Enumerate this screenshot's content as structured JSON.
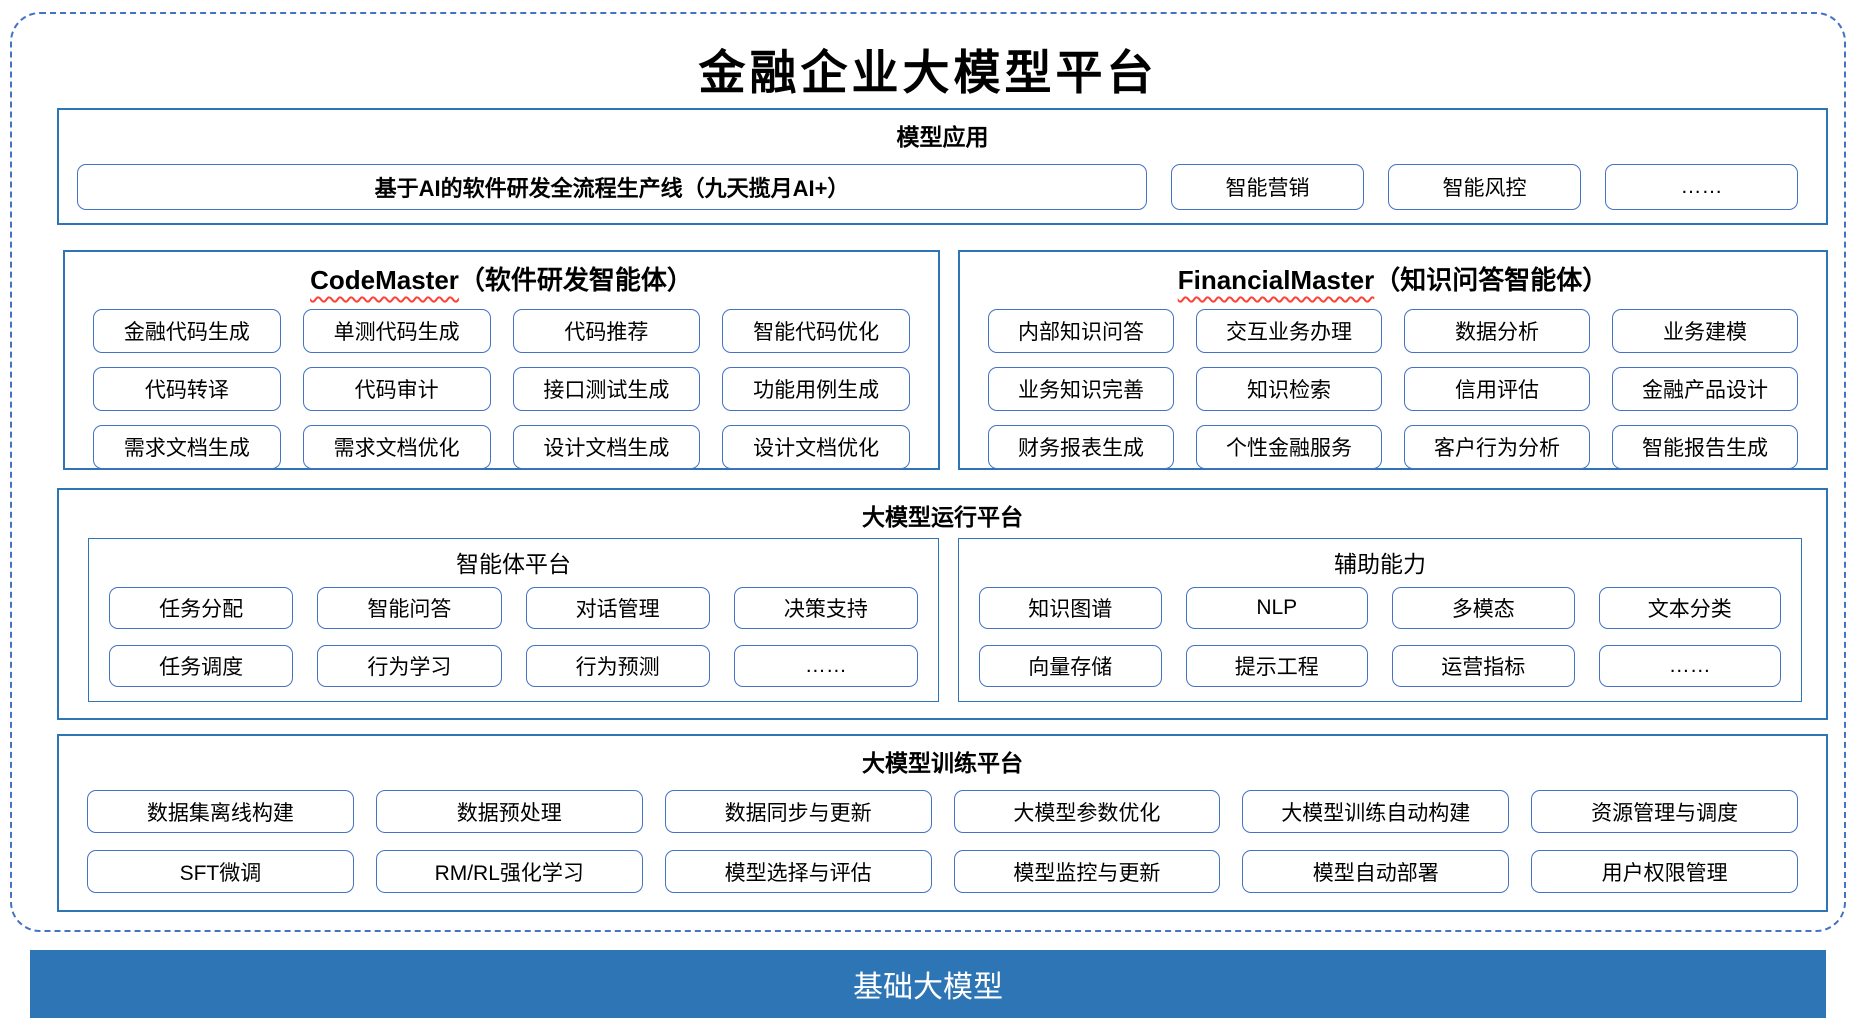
{
  "title": "金融企业大模型平台",
  "model_app": {
    "header": "模型应用",
    "pipeline": "基于AI的软件研发全流程生产线（九天揽月AI+）",
    "items": [
      "智能营销",
      "智能风控",
      "……"
    ]
  },
  "code_master": {
    "title_en": "CodeMaster",
    "title_zh": "（软件研发智能体）",
    "items": [
      "金融代码生成",
      "单测代码生成",
      "代码推荐",
      "智能代码优化",
      "代码转译",
      "代码审计",
      "接口测试生成",
      "功能用例生成",
      "需求文档生成",
      "需求文档优化",
      "设计文档生成",
      "设计文档优化"
    ]
  },
  "financial_master": {
    "title_en": "FinancialMaster",
    "title_zh": "（知识问答智能体）",
    "items": [
      "内部知识问答",
      "交互业务办理",
      "数据分析",
      "业务建模",
      "业务知识完善",
      "知识检索",
      "信用评估",
      "金融产品设计",
      "财务报表生成",
      "个性金融服务",
      "客户行为分析",
      "智能报告生成"
    ]
  },
  "runtime": {
    "header": "大模型运行平台",
    "agent_platform": {
      "header": "智能体平台",
      "items": [
        "任务分配",
        "智能问答",
        "对话管理",
        "决策支持",
        "任务调度",
        "行为学习",
        "行为预测",
        "……"
      ]
    },
    "aux_ability": {
      "header": "辅助能力",
      "items": [
        "知识图谱",
        "NLP",
        "多模态",
        "文本分类",
        "向量存储",
        "提示工程",
        "运营指标",
        "……"
      ]
    }
  },
  "training": {
    "header": "大模型训练平台",
    "items": [
      "数据集离线构建",
      "数据预处理",
      "数据同步与更新",
      "大模型参数优化",
      "大模型训练自动构建",
      "资源管理与调度",
      "SFT微调",
      "RM/RL强化学习",
      "模型选择与评估",
      "模型监控与更新",
      "模型自动部署",
      "用户权限管理"
    ]
  },
  "foundation": {
    "label": "基础大模型"
  },
  "colors": {
    "frame_dashed": "#4472C4",
    "section_border": "#2E75B6",
    "item_border": "#4472C4",
    "squiggle": "#FF4136",
    "foundation_bg": "#2E75B6",
    "foundation_text": "#FFFFFF"
  }
}
